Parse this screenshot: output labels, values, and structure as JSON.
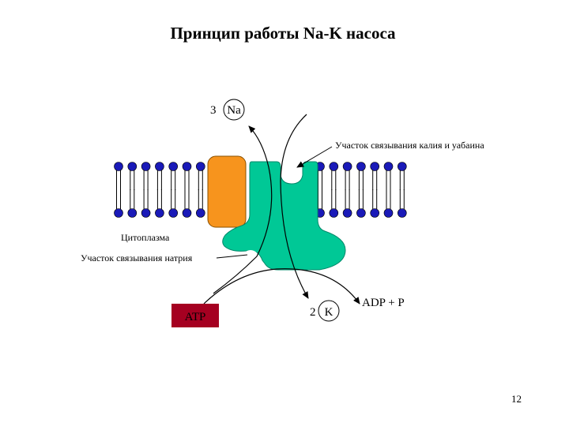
{
  "title": "Принцип работы Na-K насоса",
  "sodium": {
    "count": "3",
    "ion": "Na"
  },
  "potassium": {
    "count": "2",
    "ion": "K"
  },
  "labels": {
    "potassium_site": "Участок связывания калия и уабаина",
    "cytoplasm": "Цитоплазма",
    "sodium_site": "Участок связывания натрия",
    "adp": "ADP + P"
  },
  "atp_box": {
    "label": "ATP",
    "color": "#a50021",
    "text_color": "#ffffff"
  },
  "colors": {
    "lipid_head": "#1a1ab8",
    "channel": "#f7941d",
    "pump": "#00c896"
  },
  "page_number": "12"
}
